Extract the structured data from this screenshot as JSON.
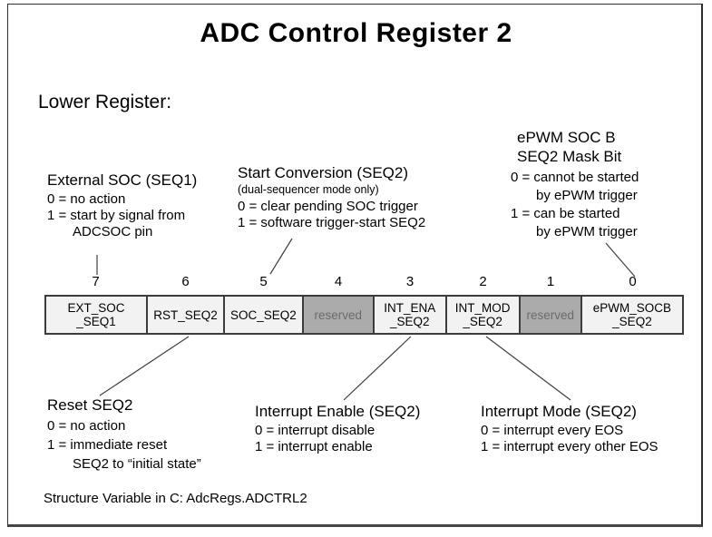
{
  "slide": {
    "title": "ADC Control Register 2",
    "subtitle": "Lower Register:",
    "footer": "Structure Variable in C: AdcRegs.ADCTRL2"
  },
  "annotations": {
    "external_soc": {
      "heading": "External SOC (SEQ1)",
      "line1": "0 = no action",
      "line2": "1 = start by signal from",
      "line3": "ADCSOC pin"
    },
    "start_conversion": {
      "heading": "Start Conversion (SEQ2)",
      "note": "(dual-sequencer mode only)",
      "line1": "0 = clear pending SOC trigger",
      "line2": "1 = software trigger-start SEQ2"
    },
    "epwm_socb": {
      "heading1": "ePWM SOC B",
      "heading2": "SEQ2 Mask Bit",
      "line1": "0 = cannot be started",
      "line2": "by ePWM trigger",
      "line3": "1 = can be started",
      "line4": "by ePWM trigger"
    },
    "reset_seq2": {
      "heading": "Reset SEQ2",
      "line1": "0 = no action",
      "line2": "1 = immediate reset",
      "line3": "SEQ2 to “initial state”"
    },
    "interrupt_enable": {
      "heading": "Interrupt Enable (SEQ2)",
      "line1": "0 = interrupt disable",
      "line2": "1 = interrupt enable"
    },
    "interrupt_mode": {
      "heading": "Interrupt Mode (SEQ2)",
      "line1": "0 = interrupt every EOS",
      "line2": "1 = interrupt every other EOS"
    }
  },
  "register": {
    "bits": [
      {
        "bit": "7",
        "line1": "EXT_SOC",
        "line2": "_SEQ1",
        "reserved": false
      },
      {
        "bit": "6",
        "line1": "RST_SEQ2",
        "line2": "",
        "reserved": false
      },
      {
        "bit": "5",
        "line1": "SOC_SEQ2",
        "line2": "",
        "reserved": false
      },
      {
        "bit": "4",
        "line1": "reserved",
        "line2": "",
        "reserved": true
      },
      {
        "bit": "3",
        "line1": "INT_ENA",
        "line2": "_SEQ2",
        "reserved": false
      },
      {
        "bit": "2",
        "line1": "INT_MOD",
        "line2": "_SEQ2",
        "reserved": false
      },
      {
        "bit": "1",
        "line1": "reserved",
        "line2": "",
        "reserved": true
      },
      {
        "bit": "0",
        "line1": "ePWM_SOCB",
        "line2": "_SEQ2",
        "reserved": false
      }
    ]
  },
  "colors": {
    "cell_bg": "#f2f2f2",
    "reserved_bg": "#ababab",
    "reserved_text": "#6b6b6b",
    "table_border": "#3b3b3b",
    "text": "#000000"
  }
}
